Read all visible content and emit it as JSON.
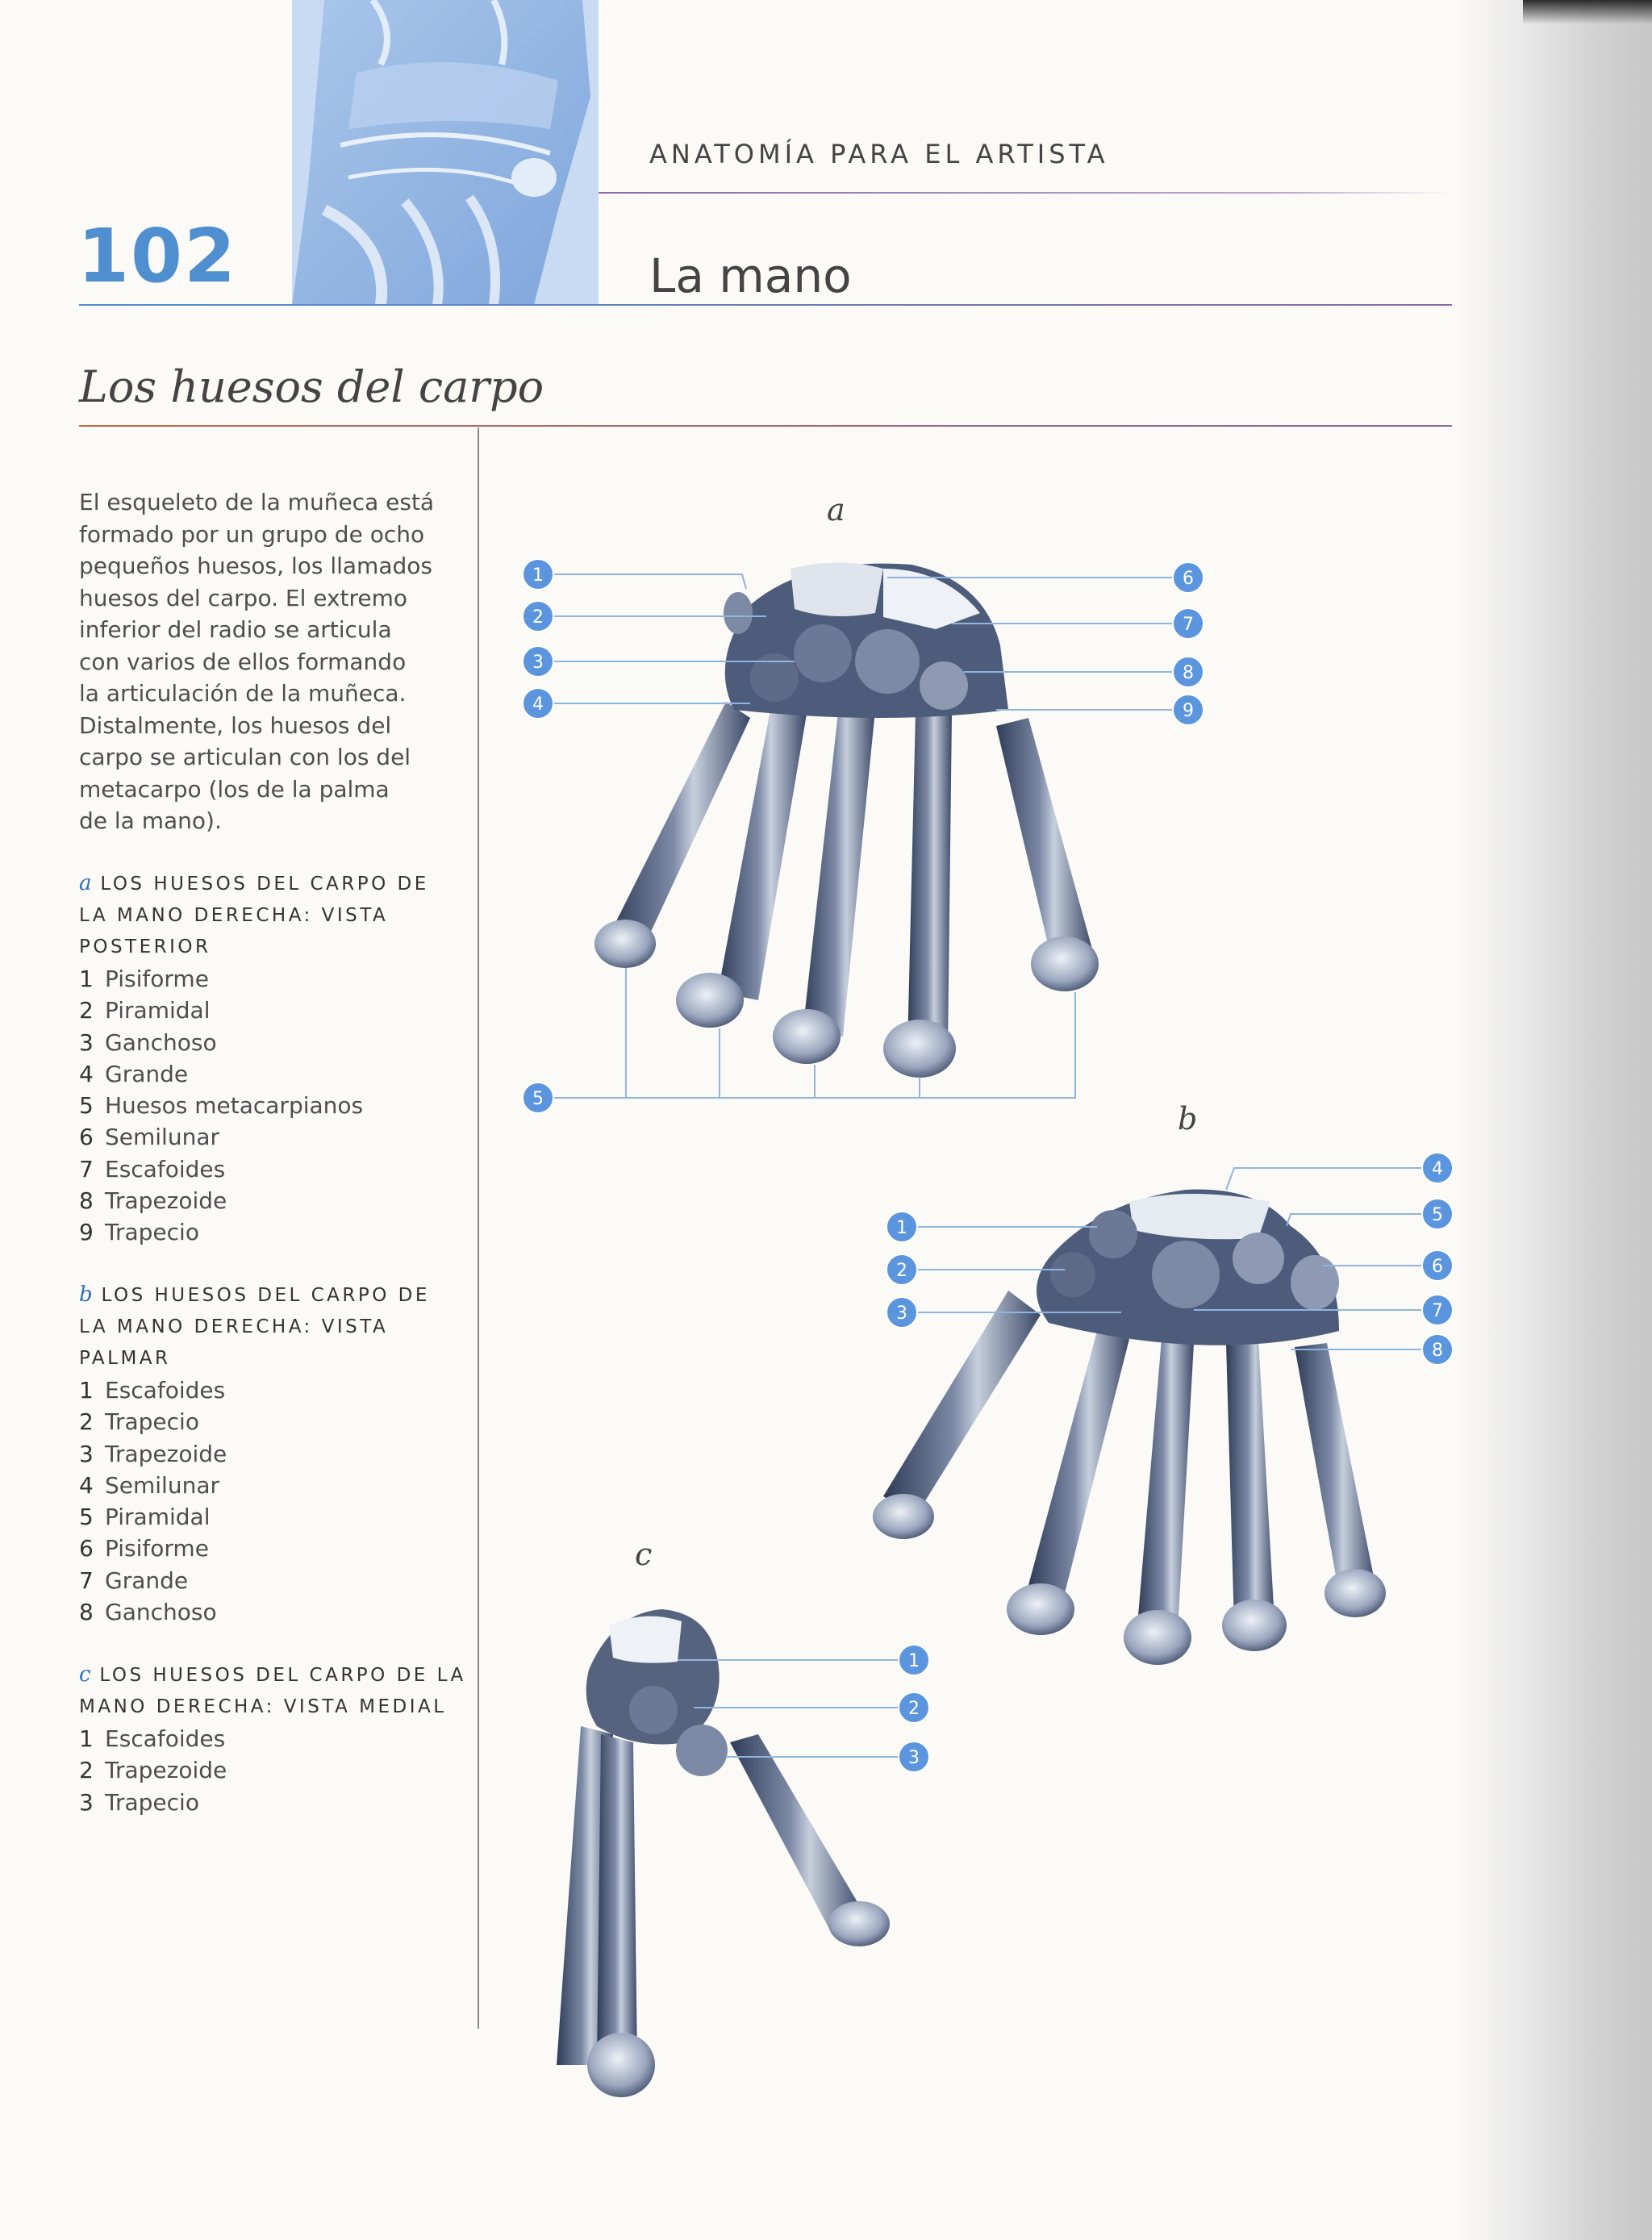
{
  "header": {
    "page_number": "102",
    "running_head": "ANATOMÍA PARA EL ARTISTA",
    "chapter_title": "La mano"
  },
  "section": {
    "title": "Los huesos del carpo",
    "intro": "El esqueleto de la muñeca está\nformado por un grupo de ocho\npequeños huesos, los llamados\nhuesos del carpo. El extremo\ninferior del radio se articula\ncon varios de ellos formando\nla articulación de la muñeca.\nDistalmente, los huesos del\ncarpo se articulan con los del\nmetacarpo (los de la palma\nde la mano)."
  },
  "legends": [
    {
      "letter": "a",
      "heading": "LOS HUESOS DEL CARPO DE\nLA MANO DERECHA: VISTA\nPOSTERIOR",
      "items": [
        {
          "n": "1",
          "label": "Pisiforme"
        },
        {
          "n": "2",
          "label": "Piramidal"
        },
        {
          "n": "3",
          "label": "Ganchoso"
        },
        {
          "n": "4",
          "label": "Grande"
        },
        {
          "n": "5",
          "label": "Huesos metacarpianos"
        },
        {
          "n": "6",
          "label": "Semilunar"
        },
        {
          "n": "7",
          "label": "Escafoides"
        },
        {
          "n": "8",
          "label": "Trapezoide"
        },
        {
          "n": "9",
          "label": "Trapecio"
        }
      ]
    },
    {
      "letter": "b",
      "heading": "LOS HUESOS DEL CARPO DE\nLA MANO DERECHA: VISTA\nPALMAR",
      "items": [
        {
          "n": "1",
          "label": "Escafoides"
        },
        {
          "n": "2",
          "label": "Trapecio"
        },
        {
          "n": "3",
          "label": "Trapezoide"
        },
        {
          "n": "4",
          "label": "Semilunar"
        },
        {
          "n": "5",
          "label": "Piramidal"
        },
        {
          "n": "6",
          "label": "Pisiforme"
        },
        {
          "n": "7",
          "label": "Grande"
        },
        {
          "n": "8",
          "label": "Ganchoso"
        }
      ]
    },
    {
      "letter": "c",
      "heading": "LOS HUESOS DEL CARPO DE LA\nMANO DERECHA: VISTA MEDIAL",
      "items": [
        {
          "n": "1",
          "label": "Escafoides"
        },
        {
          "n": "2",
          "label": "Trapezoide"
        },
        {
          "n": "3",
          "label": "Trapecio"
        }
      ]
    }
  ],
  "figures": {
    "a": {
      "letter": "a",
      "markers": [
        "1",
        "2",
        "3",
        "4",
        "5",
        "6",
        "7",
        "8",
        "9"
      ]
    },
    "b": {
      "letter": "b",
      "markers": [
        "1",
        "2",
        "3",
        "4",
        "5",
        "6",
        "7",
        "8"
      ]
    },
    "c": {
      "letter": "c",
      "markers": [
        "1",
        "2",
        "3"
      ]
    }
  },
  "colors": {
    "accent_blue": "#4f8fcf",
    "marker_blue": "#5b95de",
    "leader_line": "#8fb5df",
    "rule_purple": "#8a6aa8",
    "bone_dark": "#3c4b68",
    "bone_light": "#d7dde8"
  }
}
